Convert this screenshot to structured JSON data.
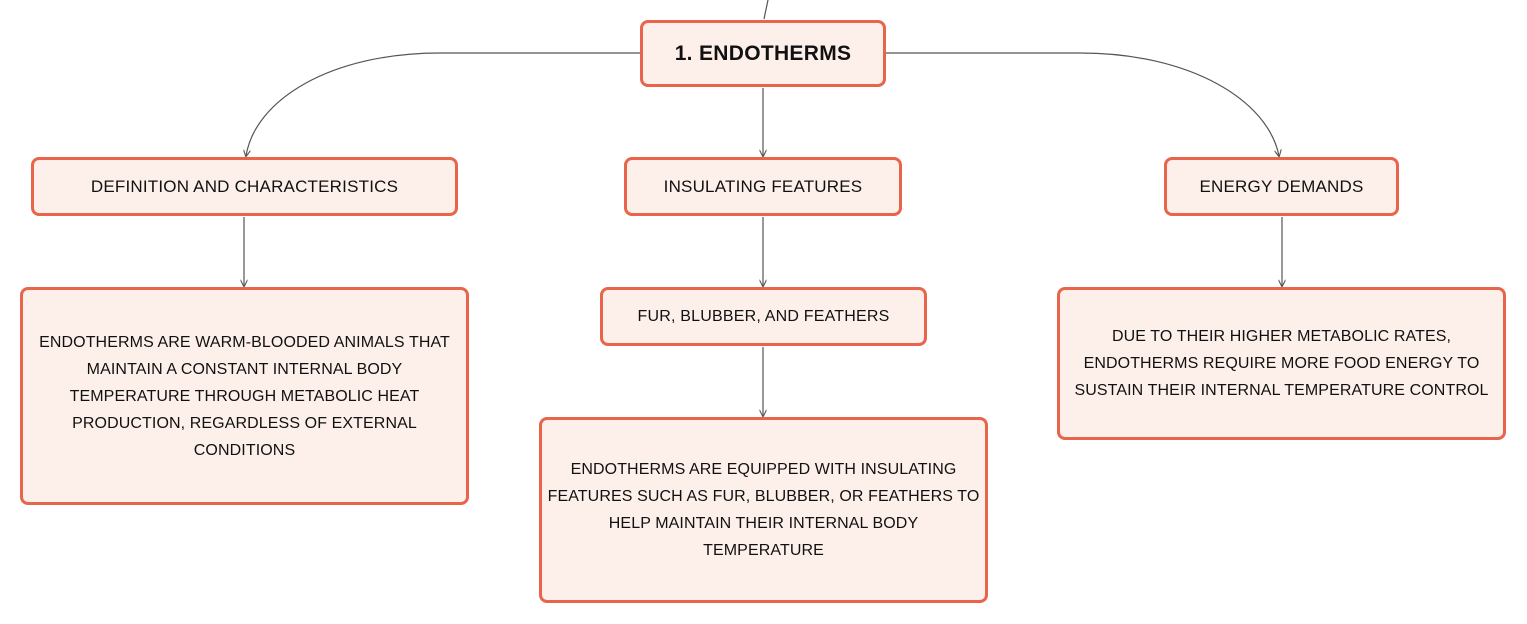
{
  "colors": {
    "node_border": "#e8654c",
    "node_fill": "#fdf0ea",
    "connector": "#555555",
    "text": "#111111"
  },
  "root": {
    "label": "1. ENDOTHERMS"
  },
  "categories": {
    "definition": {
      "label": "DEFINITION AND CHARACTERISTICS",
      "detail": "ENDOTHERMS ARE WARM-BLOODED ANIMALS THAT\nMAINTAIN A CONSTANT INTERNAL BODY\nTEMPERATURE THROUGH METABOLIC HEAT\nPRODUCTION, REGARDLESS OF EXTERNAL\nCONDITIONS"
    },
    "insulating": {
      "label": "INSULATING FEATURES",
      "subtopic": "FUR, BLUBBER, AND FEATHERS",
      "detail": "ENDOTHERMS ARE EQUIPPED WITH INSULATING\nFEATURES SUCH AS FUR, BLUBBER, OR FEATHERS TO\nHELP MAINTAIN THEIR INTERNAL BODY\nTEMPERATURE"
    },
    "energy": {
      "label": "ENERGY DEMANDS",
      "detail": "DUE TO THEIR HIGHER METABOLIC RATES,\nENDOTHERMS REQUIRE MORE FOOD ENERGY TO\nSUSTAIN THEIR INTERNAL TEMPERATURE CONTROL"
    }
  }
}
